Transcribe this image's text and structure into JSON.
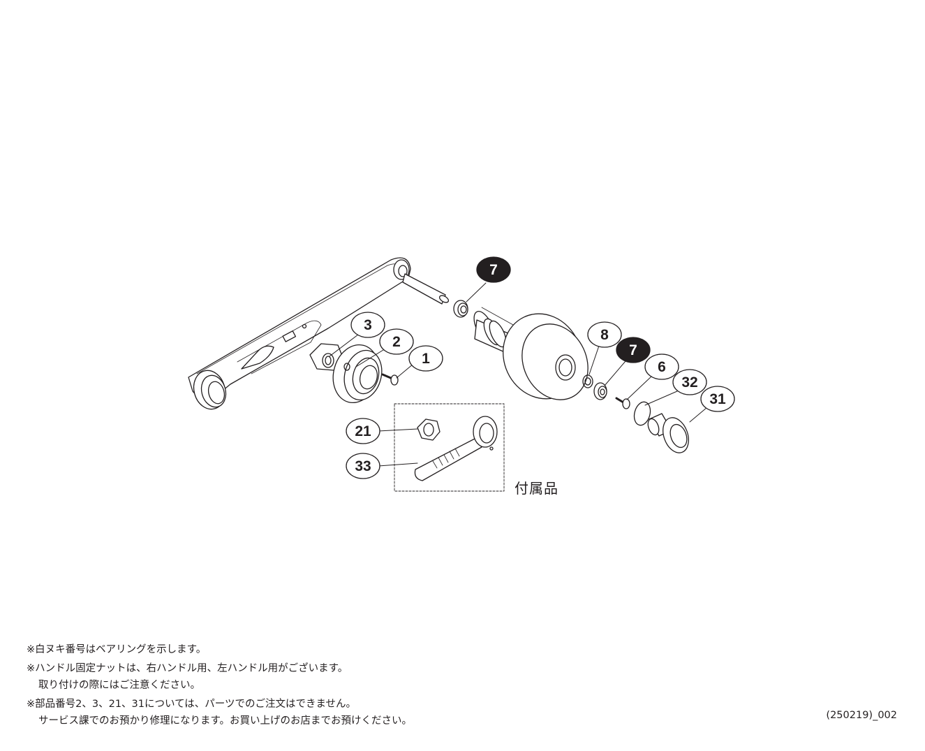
{
  "diagram": {
    "callouts": [
      {
        "id": "c7a",
        "num": "7",
        "style": "filled"
      },
      {
        "id": "c3",
        "num": "3",
        "style": "outline"
      },
      {
        "id": "c2",
        "num": "2",
        "style": "outline"
      },
      {
        "id": "c1",
        "num": "1",
        "style": "outline"
      },
      {
        "id": "c8",
        "num": "8",
        "style": "outline"
      },
      {
        "id": "c7b",
        "num": "7",
        "style": "filled"
      },
      {
        "id": "c6",
        "num": "6",
        "style": "outline"
      },
      {
        "id": "c32",
        "num": "32",
        "style": "outline"
      },
      {
        "id": "c31",
        "num": "31",
        "style": "outline"
      },
      {
        "id": "c21",
        "num": "21",
        "style": "outline"
      },
      {
        "id": "c33",
        "num": "33",
        "style": "outline"
      }
    ],
    "accessory_label": "付属品"
  },
  "notes": [
    {
      "line": "※白ヌキ番号はベアリングを示します。",
      "cont": ""
    },
    {
      "line": "※ハンドル固定ナットは、右ハンドル用、左ハンドル用がございます。",
      "cont": "取り付けの際にはご注意ください。"
    },
    {
      "line": "※部品番号2、3、21、31については、パーツでのご注文はできません。",
      "cont": "サービス課でのお預かり修理になります。お買い上げのお店までお預けください。"
    }
  ],
  "doc_code": "(250219)_002",
  "colors": {
    "ink": "#231f20",
    "filled_callout": "#231f20",
    "paper": "#ffffff"
  }
}
